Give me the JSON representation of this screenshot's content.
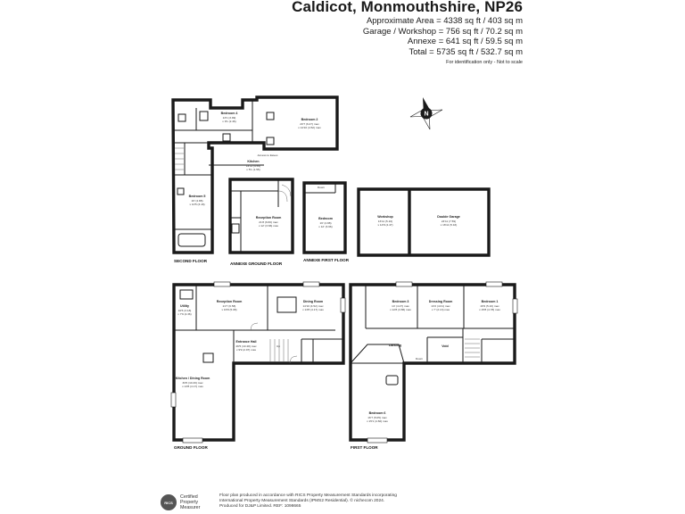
{
  "header": {
    "title": "Caldicot, Monmouthshire, NP26",
    "lines": [
      "Approximate Area = 4338 sq ft / 403 sq m",
      "Garage / Workshop = 756 sq ft / 70.2 sq m",
      "Annexe = 641 sq ft / 59.5 sq m",
      "Total = 5735 sq ft / 532.7 sq m"
    ],
    "note": "For identification only - Not to scale"
  },
  "floor_labels": {
    "second": "SECOND FLOOR",
    "annexe_ground": "ANNEXE GROUND FLOOR",
    "annexe_first": "ANNEXE FIRST FLOOR",
    "ground": "GROUND FLOOR",
    "first": "FIRST FLOOR"
  },
  "compass_label": "N",
  "rooms": {
    "bedroom4": {
      "name": "Bedroom 4",
      "dims": [
        "13'1 (3.99)",
        "x 9'1 (2.46)"
      ]
    },
    "bedroom2": {
      "name": "Bedroom 2",
      "dims": [
        "20'7 (6.27) max",
        "x 14'10 (4.52) max"
      ]
    },
    "access_eaves": {
      "name": "Access to Eaves"
    },
    "kitchen_annexe": {
      "name": "Kitchen",
      "dims": [
        "14'11 (4.55)",
        "x 5'1 (1.55)"
      ]
    },
    "bedroom5": {
      "name": "Bedroom 5",
      "dims": [
        "16' (4.88)",
        "x 10'5 (3.18)"
      ]
    },
    "reception_annexe": {
      "name": "Reception Room",
      "dims": [
        "21'8 (6.60) max",
        "x 12' (3.66) max"
      ]
    },
    "bedroom_annexe": {
      "name": "Bedroom",
      "dims": [
        "16' (4.88)",
        "x 12' (3.66)"
      ]
    },
    "workshop": {
      "name": "Workshop",
      "dims": [
        "16'11 (5.16)",
        "x 14'8 (4.47)"
      ]
    },
    "double_garage": {
      "name": "Double Garage",
      "dims": [
        "24'11 (7.59)",
        "x 16'11 (5.16)"
      ]
    },
    "utility": {
      "name": "Utility",
      "dims": [
        "10'5 (3.18)",
        "x 7'9 (2.36)"
      ]
    },
    "reception_main": {
      "name": "Reception Room",
      "dims": [
        "21'7 (6.58)",
        "x 16'8 (5.08)"
      ]
    },
    "dining": {
      "name": "Dining Room",
      "dims": [
        "14'10 (4.52) max",
        "x 13'8 (4.17) max"
      ]
    },
    "entrance_hall": {
      "name": "Entrance Hall",
      "dims": [
        "26'5 (10.48) max",
        "x 9'9 (2.97) max"
      ]
    },
    "kitchen_dining": {
      "name": "Kitchen / Dining Room",
      "dims": [
        "33'6 (10.20) max",
        "x 13'8 (4.17) max"
      ]
    },
    "bedroom3": {
      "name": "Bedroom 3",
      "dims": [
        "14' (4.27) max",
        "x 12'8 (3.86) max"
      ]
    },
    "dressing": {
      "name": "Dressing Room",
      "dims": [
        "13'2 (4.01) max",
        "x 7' (2.13) max"
      ]
    },
    "bedroom1": {
      "name": "Bedroom 1",
      "dims": [
        "16'9 (5.10) max",
        "x 15'8 (4.78) max"
      ]
    },
    "landing": {
      "name": "Landing"
    },
    "void": {
      "name": "Void"
    },
    "bedroom6": {
      "name": "Bedroom 6",
      "dims": [
        "16'7 (5.05) max",
        "x 15'1 (4.60) max"
      ]
    }
  },
  "misc": {
    "up": "Up",
    "down": "Down"
  },
  "badge": {
    "logo": "RICS",
    "lines": [
      "Certified",
      "Property",
      "Measurer"
    ]
  },
  "footer": {
    "lines": [
      "Floor plan produced in accordance with RICS Property Measurement Standards incorporating",
      "International Property Measurement Standards (IPMS2 Residential). © nichecom 2024.",
      "Produced for DJ&P Limited.   REF: 1098665"
    ]
  }
}
